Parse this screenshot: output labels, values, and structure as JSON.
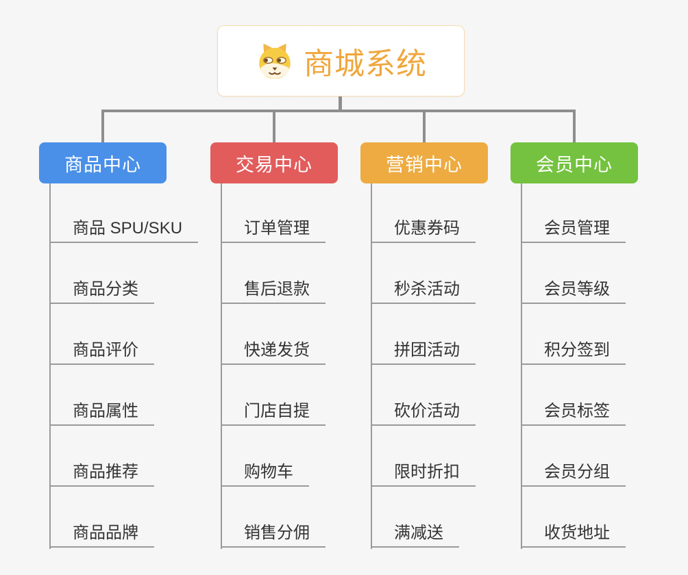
{
  "root": {
    "title": "商城系统",
    "title_color": "#f0a73d",
    "border_color": "#f2b85c",
    "icon": "doge-icon"
  },
  "colors": {
    "background": "#f5f6f5",
    "connector": "#8e8e8e",
    "leaf_line": "#9a9a9a",
    "leaf_text": "#333333"
  },
  "branches": [
    {
      "label": "商品中心",
      "color": "#4a90e8",
      "items": [
        "商品 SPU/SKU",
        "商品分类",
        "商品评价",
        "商品属性",
        "商品推荐",
        "商品品牌"
      ]
    },
    {
      "label": "交易中心",
      "color": "#e25c5c",
      "items": [
        "订单管理",
        "售后退款",
        "快递发货",
        "门店自提",
        "购物车",
        "销售分佣"
      ]
    },
    {
      "label": "营销中心",
      "color": "#edab41",
      "items": [
        "优惠券码",
        "秒杀活动",
        "拼团活动",
        "砍价活动",
        "限时折扣",
        "满减送"
      ]
    },
    {
      "label": "会员中心",
      "color": "#74c23f",
      "items": [
        "会员管理",
        "会员等级",
        "积分签到",
        "会员标签",
        "会员分组",
        "收货地址"
      ]
    }
  ]
}
